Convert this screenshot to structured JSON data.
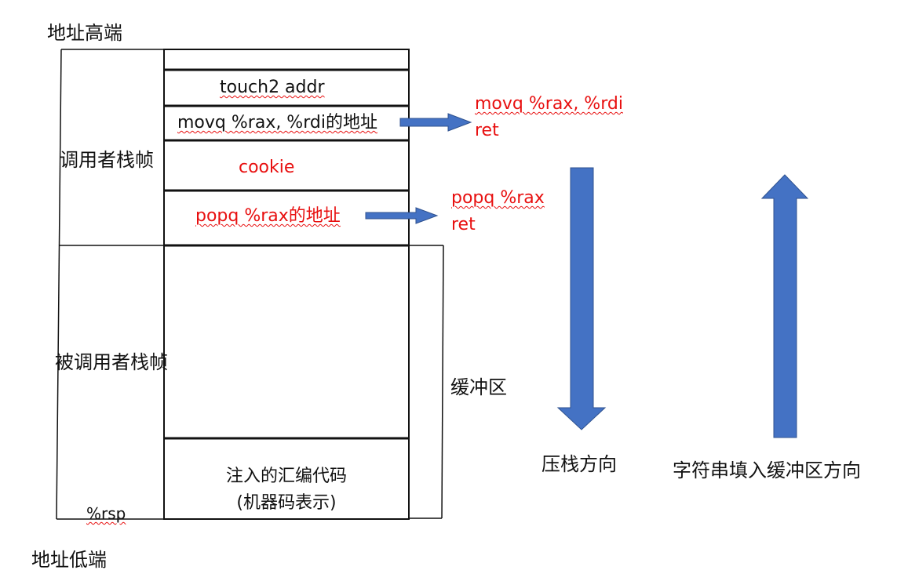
{
  "labels": {
    "addr_high": "地址高端",
    "addr_low": "地址低端",
    "caller_frame": "调用者栈帧",
    "callee_frame": "被调用者栈帧",
    "buffer": "缓冲区",
    "rsp": "%rsp",
    "push_direction": "压栈方向",
    "fill_direction": "字符串填入缓冲区方向"
  },
  "cells": {
    "touch2_addr": "touch2 addr",
    "movq_addr": "movq %rax, %rdi的地址",
    "cookie": "cookie",
    "popq_addr": "popq %rax的地址",
    "injected_line1": "注入的汇编代码",
    "injected_line2": "(机器码表示)"
  },
  "gadgets": {
    "movq_line1": "movq %rax, %rdi",
    "movq_line2": "ret",
    "popq_line1": "popq %rax",
    "popq_line2": "ret"
  },
  "colors": {
    "arrow_fill": "#4472c4",
    "arrow_stroke": "#2f528f",
    "red_text": "#e81010",
    "line": "#111111"
  }
}
